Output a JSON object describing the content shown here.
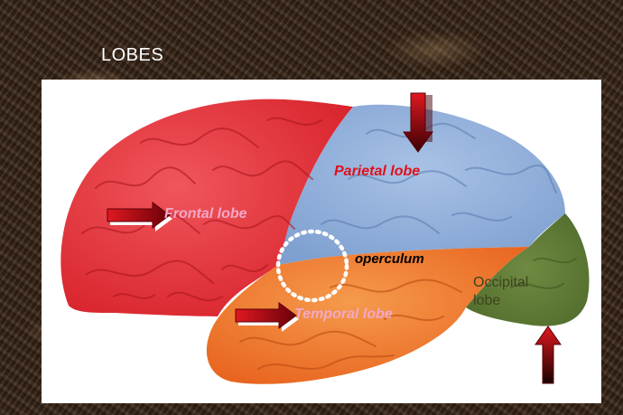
{
  "slide": {
    "title": "LOBES"
  },
  "diagram": {
    "labels": {
      "parietal": "Parietal lobe",
      "frontal": "Frontal lobe",
      "operculum": "operculum",
      "occipital_line1": "Occipital",
      "occipital_line2": "lobe",
      "temporal": "Temporal lobe"
    },
    "colors": {
      "frontal": "#e8333a",
      "parietal": "#8fb0dc",
      "temporal": "#f07a2c",
      "occipital": "#5f7a36",
      "arrow": "#c8101a",
      "operculum_ring": "#ffffff"
    }
  }
}
